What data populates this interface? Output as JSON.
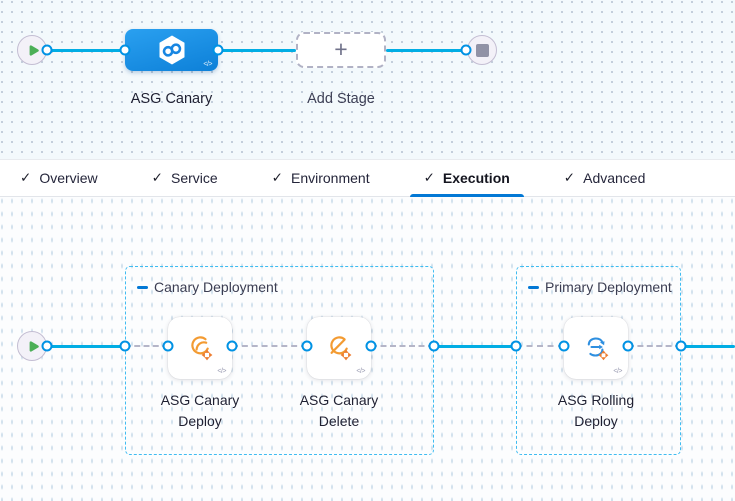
{
  "glyphs": {
    "check": "✓",
    "plus": "+",
    "code_badge": "</>"
  },
  "colors": {
    "accent_blue": "#0278d5",
    "flow_line": "#00ade4",
    "dot_border": "#0092e4",
    "group_border": "#3fbcf1",
    "orange_step_icon": "#f39b32",
    "blue_step_icon": "#2e8fe0",
    "play_green": "#4caf57"
  },
  "icons": {
    "start": "play-icon",
    "end": "stop-icon",
    "stage": "harness-hexagon-pipeline-icon",
    "step_deploy": "asg-canary-deploy-icon",
    "step_delete": "asg-canary-delete-icon",
    "step_rolling": "asg-rolling-deploy-icon"
  },
  "stage_canvas": {
    "stage": {
      "label": "ASG Canary"
    },
    "add_stage": {
      "label": "Add Stage"
    }
  },
  "tabs": {
    "items": [
      {
        "label": "Overview",
        "state": "complete"
      },
      {
        "label": "Service",
        "state": "complete"
      },
      {
        "label": "Environment",
        "state": "complete"
      },
      {
        "label": "Execution",
        "state": "active"
      },
      {
        "label": "Advanced",
        "state": "complete"
      }
    ]
  },
  "execution_canvas": {
    "groups": [
      {
        "title": "Canary Deployment",
        "steps": [
          {
            "label_line1": "ASG Canary",
            "label_line2": "Deploy"
          },
          {
            "label_line1": "ASG Canary",
            "label_line2": "Delete"
          }
        ]
      },
      {
        "title": "Primary Deployment",
        "steps": [
          {
            "label_line1": "ASG Rolling",
            "label_line2": "Deploy"
          }
        ]
      }
    ]
  }
}
